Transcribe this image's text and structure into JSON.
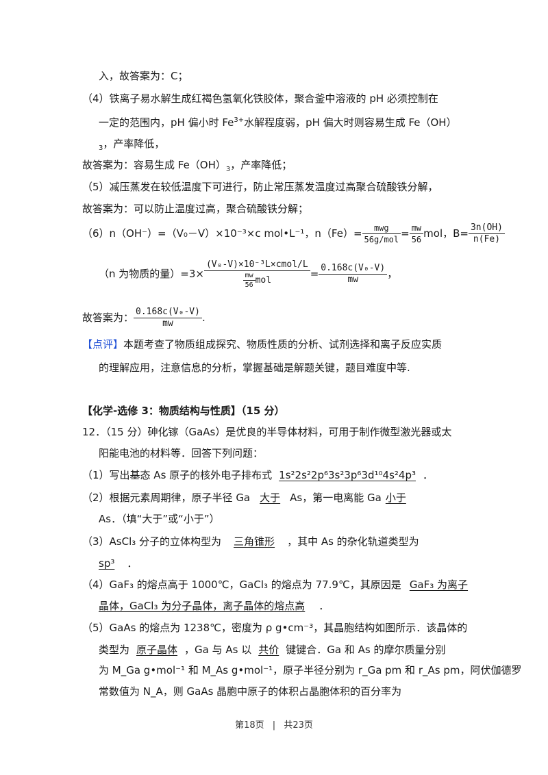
{
  "lines": {
    "l1": "入，故答案为：C；",
    "l2": "（4）铁离子易水解生成红褐色氢氧化铁胶体，聚合釜中溶液的 pH 必须控制在",
    "l3a": "一定的范围内，pH 偏小时 Fe",
    "l3sup": "3+",
    "l3b": "水解程度弱，pH 偏大时则容易生成 Fe（OH）",
    "l4sub": "3",
    "l4": "，产率降低，",
    "l5a": "故答案为：容易生成 Fe（OH）",
    "l5sub": "3",
    "l5b": "，产率降低；",
    "l6": "（5）减压蒸发在较低温度下可进行，防止常压蒸发温度过高聚合硫酸铁分解，",
    "l7": "故答案为：可以防止温度过高，聚合硫酸铁分解；",
    "l8a": "（6）n（OH⁻）=（V₀－V）×10⁻³×c mol•L⁻¹，n（Fe）=",
    "l8f1n": "mwg",
    "l8f1d": "56g/mol",
    "l8eq": "=",
    "l8f2n": "mw",
    "l8f2d": "56",
    "l8b": "mol，B=",
    "l8f3n": "3n(OH)",
    "l8f3d": "n(Fe)",
    "l9a": "（n 为物质的量）=3×",
    "l9f1n": "(V₀-V)×10⁻³L×cmol/L",
    "l9f1dn": "mw",
    "l9f1dd": "56",
    "l9f1du": "mol",
    "l9eq": "=",
    "l9f2n": "0.168c(V₀-V)",
    "l9f2d": "mw",
    "l9end": "，",
    "l10a": "故答案为：",
    "l10fn": "0.168c(V₀-V)",
    "l10fd": "mw",
    "l10end": ".",
    "l11tag": "【点评】",
    "l11": "本题考查了物质组成探究、物质性质的分析、试剂选择和离子反应实质",
    "l12": "的理解应用，注意信息的分析，掌握基础是解题关键，题目难度中等.",
    "l13": "【化学-选修 3：物质结构与性质】（15 分）",
    "l14": "12．（15 分）砷化镓（GaAs）是优良的半导体材料，可用于制作微型激光器或太",
    "l15": "阳能电池的材料等．回答下列问题：",
    "l16a": "（1）写出基态 As 原子的核外电子排布式",
    "l16ans": "1s²2s²2p⁶3s²3p⁶3d¹⁰4s²4p³",
    "l16end": "．",
    "l17a": "（2）根据元素周期律，原子半径 Ga",
    "l17ans1": "大于",
    "l17b": "As，第一电离能 Ga",
    "l17ans2": "小于",
    "l18": "As．（填“大于”或“小于”）",
    "l19a": "（3）AsCl₃ 分子的立体构型为",
    "l19ans": "三角锥形",
    "l19b": "，其中 As 的杂化轨道类型为",
    "l20ans": "sp³",
    "l20end": "．",
    "l21a": "（4）GaF₃ 的熔点高于 1000℃，GaCl₃ 的熔点为 77.9℃，其原因是",
    "l21ans": "GaF₃ 为离子",
    "l22ans": "晶体，GaCl₃ 为分子晶体，离子晶体的熔点高",
    "l22end": "．",
    "l23": "（5）GaAs 的熔点为 1238℃，密度为 ρ g•cm⁻³，其晶胞结构如图所示．该晶体的",
    "l24a": "类型为",
    "l24ans1": "原子晶体",
    "l24b": "，Ga 与 As 以",
    "l24ans2": "共价",
    "l24c": "键键合．Ga 和 As 的摩尔质量分别",
    "l25": "为 M_Ga g•mol⁻¹ 和 M_As g•mol⁻¹，原子半径分别为 r_Ga pm 和 r_As pm，阿伏伽德罗",
    "l26": "常数值为 N_A，则 GaAs 晶胞中原子的体积占晶胞体积的百分率为"
  },
  "footer": {
    "page": "第18页",
    "sep": "|",
    "total": "共23页"
  },
  "colors": {
    "text": "#1a1a1a",
    "comment_tag": "#1f4fd6"
  }
}
